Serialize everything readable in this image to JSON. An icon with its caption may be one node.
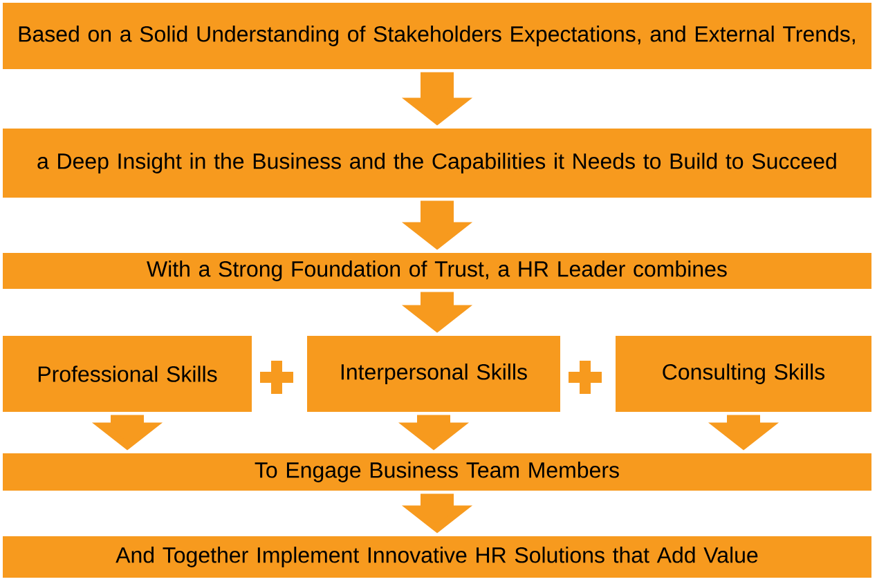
{
  "diagram": {
    "nodes": [
      {
        "text": [
          "Based on a Solid Understanding of Stakeholders Expectations, and External Trends,"
        ]
      },
      {
        "text": [
          "a Deep Insight in the Business and the Capabilities it Needs to Build to Succeed"
        ]
      },
      {
        "text": [
          "With a Strong Foundation of Trust, a HR Leader combines"
        ]
      },
      {
        "text": [
          "Professional Skills"
        ]
      },
      {
        "text": [
          "Interpersonal Skills"
        ]
      },
      {
        "text": [
          "Consulting Skills"
        ]
      },
      {
        "text": [
          "To Engage Business Team Members"
        ]
      },
      {
        "text": [
          "And Together Implement Innovative HR Solutions that Add Value"
        ]
      }
    ],
    "edges": [
      {
        "from": 0,
        "to": 1,
        "arrow": "to"
      },
      {
        "from": 1,
        "to": 2,
        "arrow": "to"
      },
      {
        "from": 2,
        "to": 4,
        "arrow": "to"
      },
      {
        "from": 3,
        "to": 6,
        "arrow": "to"
      },
      {
        "from": 4,
        "to": 6,
        "arrow": "to"
      },
      {
        "from": 5,
        "to": 6,
        "arrow": "to"
      },
      {
        "from": 6,
        "to": 7,
        "arrow": "to"
      }
    ]
  }
}
